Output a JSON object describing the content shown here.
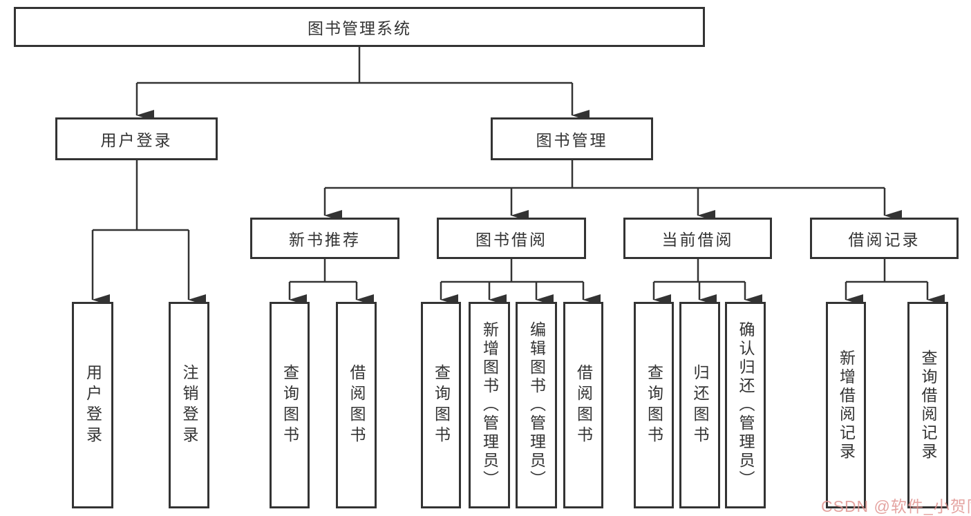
{
  "tree": {
    "root": {
      "label": "图书管理系统",
      "children": [
        {
          "label": "用户登录",
          "children": [
            {
              "label": "用户登录"
            },
            {
              "label": "注销登录"
            }
          ]
        },
        {
          "label": "图书管理",
          "children": [
            {
              "label": "新书推荐",
              "children": [
                {
                  "label": "查询图书"
                },
                {
                  "label": "借阅图书"
                }
              ]
            },
            {
              "label": "图书借阅",
              "children": [
                {
                  "label": "查询图书"
                },
                {
                  "label": "新增图书（管理员）"
                },
                {
                  "label": "编辑图书（管理员）"
                },
                {
                  "label": "借阅图书"
                }
              ]
            },
            {
              "label": "当前借阅",
              "children": [
                {
                  "label": "查询图书"
                },
                {
                  "label": "归还图书"
                },
                {
                  "label": "确认归还（管理员）"
                }
              ]
            },
            {
              "label": "借阅记录",
              "children": [
                {
                  "label": "新增借阅记录"
                },
                {
                  "label": "查询借阅记录"
                }
              ]
            }
          ]
        }
      ]
    }
  },
  "watermark": {
    "text": "CSDN @软件_小贺同学",
    "color": "#e09490"
  },
  "colors": {
    "line": "#333333",
    "box_border": "#333333",
    "box_fill": "#ffffff",
    "text": "#333333",
    "background": "#ffffff"
  }
}
